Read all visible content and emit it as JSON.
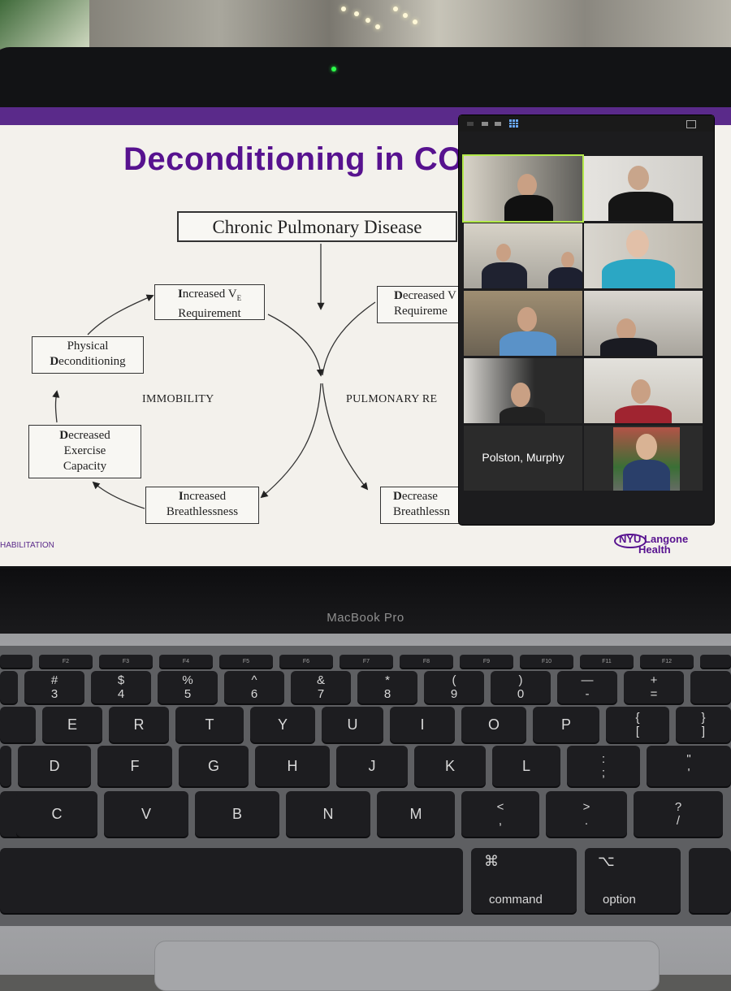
{
  "slide": {
    "title": "Deconditioning in CO",
    "footer_left": "HABILITATION",
    "logo_line1": "NYU Langone",
    "logo_line2": "Health",
    "top_box": "Chronic Pulmonary Disease",
    "left_cycle": {
      "label": "IMMOBILITY",
      "increased_ve_line1_bold": "I",
      "increased_ve_line1": "ncreased V",
      "increased_ve_sub": "E",
      "increased_ve_line2": "Requirement",
      "physical_line1": "Physical",
      "physical_line2_bold": "D",
      "physical_line2": "econditioning",
      "decreased_exercise_line1_bold": "D",
      "decreased_exercise_line1": "ecreased",
      "decreased_exercise_line2": "Exercise",
      "decreased_exercise_line3": "Capacity",
      "increased_breath_line1_bold": "I",
      "increased_breath_line1": "ncreased",
      "increased_breath_line2": "Breathlessness"
    },
    "right_cycle": {
      "label": "PULMONARY RE",
      "decreased_ve_line1_bold": "D",
      "decreased_ve_line1": "ecreased V",
      "decreased_ve_line2": "Requireme",
      "decreased_breath_line1_bold": "D",
      "decreased_breath_line1": "ecrease",
      "decreased_breath_line2": "Breathlessn"
    }
  },
  "zoom": {
    "name_tile": "Polston, Murphy"
  },
  "laptop": {
    "brand": "MacBook Pro",
    "fn_keys": [
      "F2",
      "F3",
      "F4",
      "F5",
      "F6",
      "F7",
      "F8",
      "F9",
      "F10",
      "F11",
      "F12"
    ],
    "number_row": [
      {
        "top": "#",
        "bottom": "3"
      },
      {
        "top": "$",
        "bottom": "4"
      },
      {
        "top": "%",
        "bottom": "5"
      },
      {
        "top": "^",
        "bottom": "6"
      },
      {
        "top": "&",
        "bottom": "7"
      },
      {
        "top": "*",
        "bottom": "8"
      },
      {
        "top": "(",
        "bottom": "9"
      },
      {
        "top": ")",
        "bottom": "0"
      },
      {
        "top": "—",
        "bottom": "-"
      },
      {
        "top": "+",
        "bottom": "="
      }
    ],
    "top_row": [
      "E",
      "R",
      "T",
      "Y",
      "U",
      "I",
      "O",
      "P"
    ],
    "bracket_open": {
      "top": "{",
      "bottom": "["
    },
    "bracket_close": {
      "top": "}",
      "bottom": "]"
    },
    "home_row": [
      "D",
      "F",
      "G",
      "H",
      "J",
      "K",
      "L"
    ],
    "semicolon": {
      "top": ":",
      "bottom": ";"
    },
    "quote": {
      "top": "\"",
      "bottom": "'"
    },
    "bottom_row": [
      "C",
      "V",
      "B",
      "N",
      "M"
    ],
    "comma": {
      "top": "<",
      "bottom": ","
    },
    "period": {
      "top": ">",
      "bottom": "."
    },
    "slash": {
      "top": "?",
      "bottom": "/"
    },
    "command_label": "command",
    "command_symbol": "⌘",
    "option_label": "option",
    "option_symbol": "⌥"
  }
}
